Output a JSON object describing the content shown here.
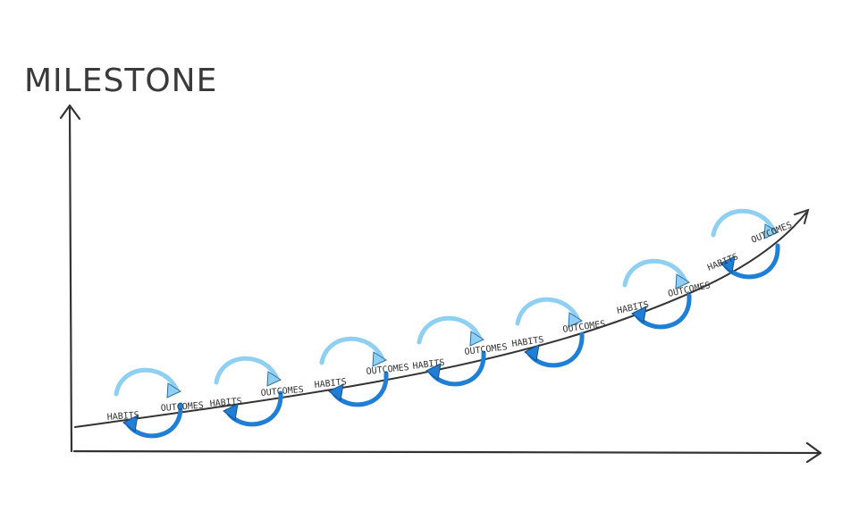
{
  "y_axis_title": "MILESTONE",
  "loops": [
    {
      "habits": "HABITS",
      "outcomes": "OUTCOMES"
    },
    {
      "habits": "HABITS",
      "outcomes": "OUTCOMES"
    },
    {
      "habits": "HABITS",
      "outcomes": "OUTCOMES"
    },
    {
      "habits": "HABITS",
      "outcomes": "OUTCOMES"
    },
    {
      "habits": "HABITS",
      "outcomes": "OUTCOMES"
    },
    {
      "habits": "HABITS",
      "outcomes": "OUTCOMES"
    },
    {
      "habits": "HABITS",
      "outcomes": "OUTCOMES"
    }
  ],
  "colors": {
    "light_arrow": "#8fd0f2",
    "dark_arrow": "#1f7fd6",
    "ink": "#333333"
  }
}
